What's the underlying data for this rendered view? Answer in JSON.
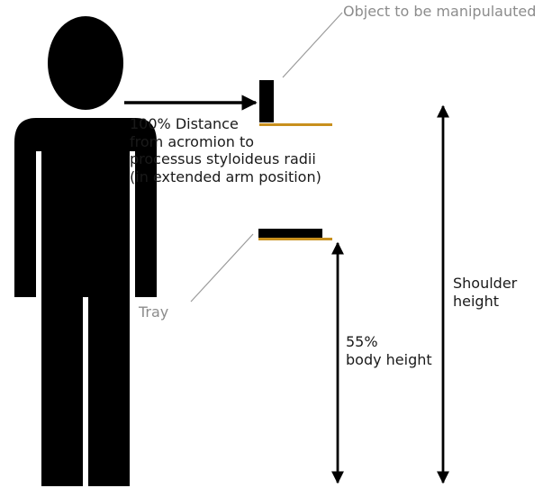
{
  "labels": {
    "object": "Object to be manipulauted",
    "distance": [
      "100% Distance",
      "from acromion to",
      "processus styloideus radii",
      "(in extended arm position)"
    ],
    "tray": "Tray",
    "body_height": [
      "55%",
      "body height"
    ],
    "shoulder_height": [
      "Shoulder",
      "height"
    ]
  },
  "colors": {
    "figure": "#000000",
    "shelf": "#c8901e",
    "leader_line": "#9a9a9a",
    "label_dark": "#1a1a1a",
    "label_grey": "#8c8c8c"
  },
  "icons": {
    "figure": "standing-person-silhouette",
    "arrow": "arrow-right",
    "measure": "double-headed-arrow"
  }
}
